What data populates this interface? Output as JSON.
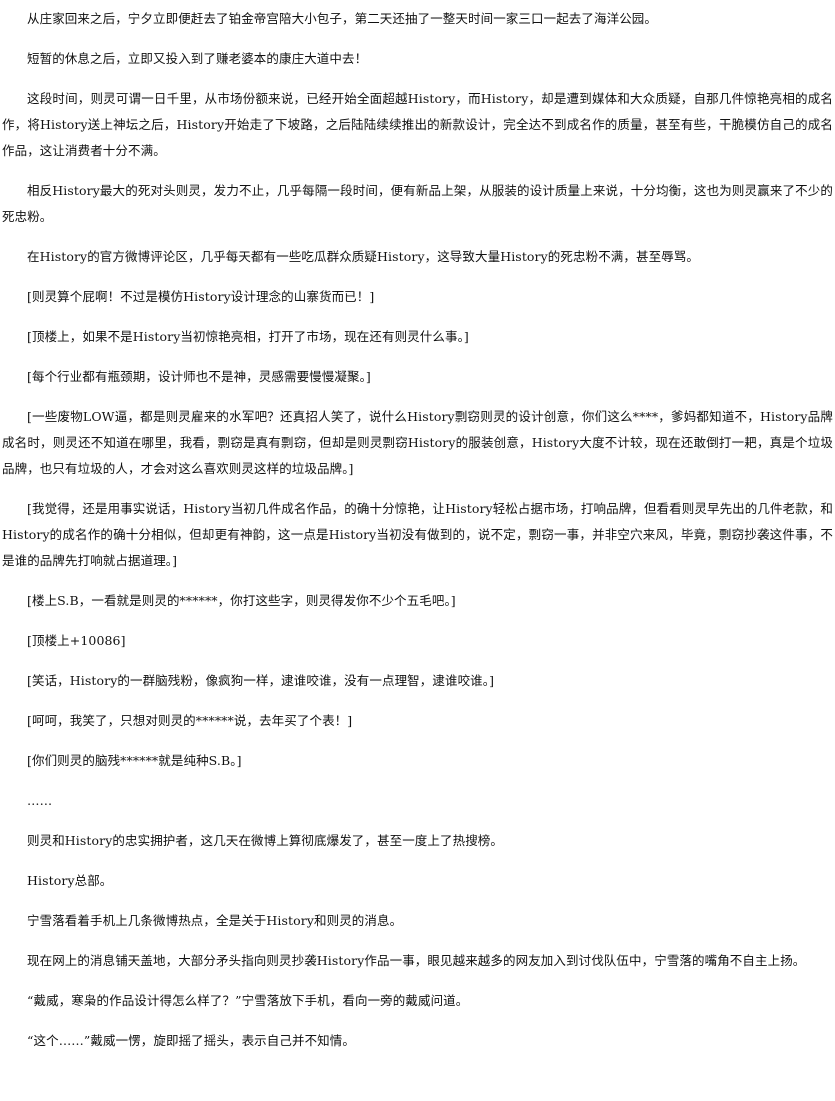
{
  "document": {
    "paragraphs": [
      "从庄家回来之后，宁夕立即便赶去了铂金帝宫陪大小包子，第二天还抽了一整天时间一家三口一起去了海洋公园。",
      "短暂的休息之后，立即又投入到了赚老婆本的康庄大道中去！",
      "这段时间，则灵可谓一日千里，从市场份额来说，已经开始全面超越History，而History，却是遭到媒体和大众质疑，自那几件惊艳亮相的成名作，将History送上神坛之后，History开始走了下坡路，之后陆陆续续推出的新款设计，完全达不到成名作的质量，甚至有些，干脆模仿自己的成名作品，这让消费者十分不满。",
      "相反History最大的死对头则灵，发力不止，几乎每隔一段时间，便有新品上架，从服装的设计质量上来说，十分均衡，这也为则灵赢来了不少的死忠粉。",
      "在History的官方微博评论区，几乎每天都有一些吃瓜群众质疑History，这导致大量History的死忠粉不满，甚至辱骂。",
      "[则灵算个屁啊！不过是模仿History设计理念的山寨货而已！]",
      "[顶楼上，如果不是History当初惊艳亮相，打开了市场，现在还有则灵什么事。]",
      "[每个行业都有瓶颈期，设计师也不是神，灵感需要慢慢凝聚。]",
      "[一些废物LOW逼，都是则灵雇来的水军吧？还真招人笑了，说什么History剽窃则灵的设计创意，你们这么****，爹妈都知道不，History品牌成名时，则灵还不知道在哪里，我看，剽窃是真有剽窃，但却是则灵剽窃History的服装创意，History大度不计较，现在还敢倒打一耙，真是个垃圾品牌，也只有垃圾的人，才会对这么喜欢则灵这样的垃圾品牌。]",
      "[我觉得，还是用事实说话，History当初几件成名作品，的确十分惊艳，让History轻松占据市场，打响品牌，但看看则灵早先出的几件老款，和History的成名作的确十分相似，但却更有神韵，这一点是History当初没有做到的，说不定，剽窃一事，并非空穴来风，毕竟，剽窃抄袭这件事，不是谁的品牌先打响就占据道理。]",
      "[楼上S.B，一看就是则灵的******，你打这些字，则灵得发你不少个五毛吧。]",
      "[顶楼上+10086]",
      "[笑话，History的一群脑残粉，像疯狗一样，逮谁咬谁，没有一点理智，逮谁咬谁。]",
      "[呵呵，我笑了，只想对则灵的******说，去年买了个表！]",
      "[你们则灵的脑残******就是纯种S.B。]",
      "……",
      "则灵和History的忠实拥护者，这几天在微博上算彻底爆发了，甚至一度上了热搜榜。",
      "History总部。",
      "宁雪落看着手机上几条微博热点，全是关于History和则灵的消息。",
      "现在网上的消息铺天盖地，大部分矛头指向则灵抄袭History作品一事，眼见越来越多的网友加入到讨伐队伍中，宁雪落的嘴角不自主上扬。",
      "“戴威，寒枭的作品设计得怎么样了？”宁雪落放下手机，看向一旁的戴威问道。",
      "“这个……”戴威一愣，旋即摇了摇头，表示自己并不知情。"
    ]
  }
}
